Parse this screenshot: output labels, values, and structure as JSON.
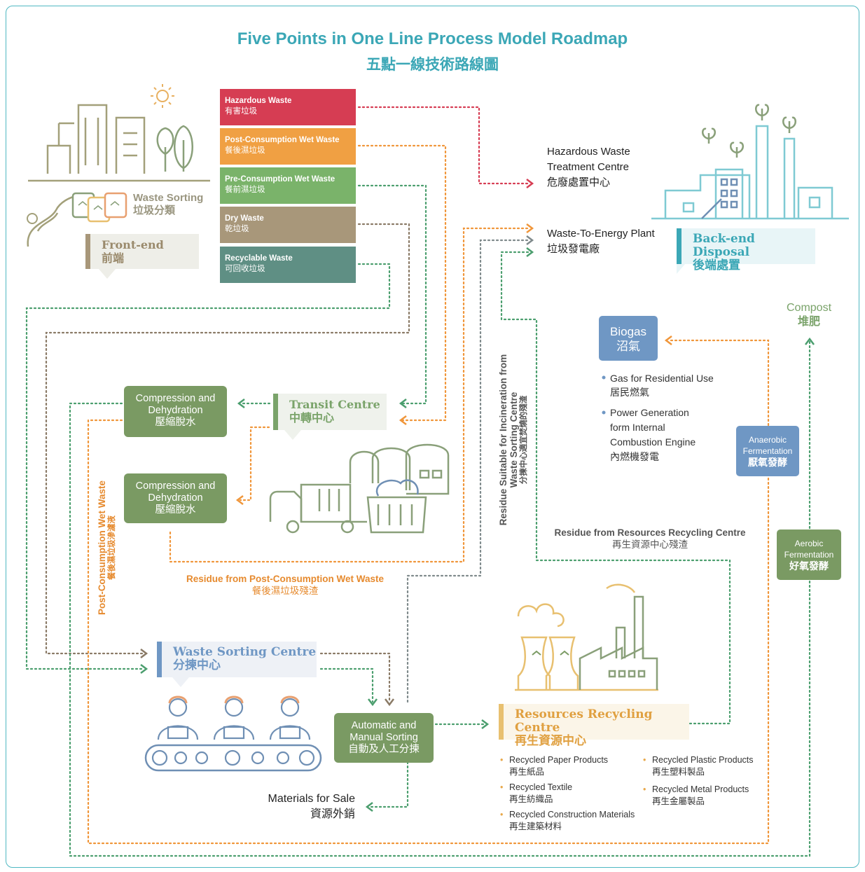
{
  "title": {
    "en": "Five Points in One Line Process Model Roadmap",
    "zh": "五點一線技術路線圖"
  },
  "colors": {
    "frame": "#4fb8c2",
    "title": "#3ba7b6",
    "hazardous": "#d63d53",
    "post_wet": "#f0a043",
    "pre_wet": "#7ab36a",
    "dry": "#a8977a",
    "recyclable": "#5f8f84",
    "green_box": "#7a9a63",
    "blue_box": "#6f97c4",
    "orange_line": "#f0963a",
    "green_line": "#4b9e6e",
    "brown_line": "#8a7a66"
  },
  "waste_types": [
    {
      "en": "Hazardous Waste",
      "zh": "有害垃圾"
    },
    {
      "en": "Post-Consumption Wet Waste",
      "zh": "餐後濕垃圾"
    },
    {
      "en": "Pre-Consumption Wet Waste",
      "zh": "餐前濕垃圾"
    },
    {
      "en": "Dry Waste",
      "zh": "乾垃圾"
    },
    {
      "en": "Recyclable Waste",
      "zh": "可回收垃圾"
    }
  ],
  "front_end": {
    "sorting_en": "Waste Sorting",
    "sorting_zh": "垃圾分類",
    "label_en": "Front-end",
    "label_zh": "前端"
  },
  "back_end": {
    "label_en": "Back-end Disposal",
    "label_zh": "後端處置"
  },
  "hazardous_centre": {
    "en1": "Hazardous Waste",
    "en2": "Treatment Centre",
    "zh": "危廢處置中心"
  },
  "wte_plant": {
    "en": "Waste-To-Energy Plant",
    "zh": "垃圾發電廠"
  },
  "compost": {
    "en": "Compost",
    "zh": "堆肥"
  },
  "biogas": {
    "en": "Biogas",
    "zh": "沼氣",
    "uses": [
      {
        "en": "Gas for Residential Use",
        "zh": "居民燃氣"
      },
      {
        "en1": "Power Generation",
        "en2": "form Internal",
        "en3": "Combustion Engine",
        "zh": "內燃機發電"
      }
    ]
  },
  "anaerobic": {
    "en1": "Anaerobic",
    "en2": "Fermentation",
    "zh": "厭氧發酵"
  },
  "aerobic": {
    "en1": "Aerobic",
    "en2": "Fermentation",
    "zh": "好氧發酵"
  },
  "compression1": {
    "en1": "Compression and",
    "en2": "Dehydration",
    "zh": "壓縮脫水"
  },
  "compression2": {
    "en1": "Compression and",
    "en2": "Dehydration",
    "zh": "壓縮脫水"
  },
  "transit_centre": {
    "en": "Transit Centre",
    "zh": "中轉中心"
  },
  "residue_incineration": {
    "en1": "Residue Suitable for Incineration from",
    "en2": "Waste Sorting Centre",
    "zh": "分揀中心適宜焚燒的殘渣"
  },
  "residue_recycling": {
    "en": "Residue from Resources Recycling Centre",
    "zh": "再生資源中心殘渣"
  },
  "residue_post": {
    "en": "Residue from Post-Consumption Wet Waste",
    "zh": "餐後濕垃圾殘渣"
  },
  "leachate": {
    "en": "Post-Consumption Wet Waste",
    "zh": "餐後濕垃圾滲濾液"
  },
  "sorting_centre": {
    "en": "Waste Sorting Centre",
    "zh": "分揀中心"
  },
  "auto_sorting": {
    "en1": "Automatic and",
    "en2": "Manual Sorting",
    "zh": "自動及人工分揀"
  },
  "recycling_centre": {
    "en": "Resources Recycling Centre",
    "zh": "再生資源中心"
  },
  "materials_sale": {
    "en": "Materials for Sale",
    "zh": "資源外銷"
  },
  "products": [
    {
      "en": "Recycled Paper Products",
      "zh": "再生紙品"
    },
    {
      "en": "Recycled Textile",
      "zh": "再生紡織品"
    },
    {
      "en": "Recycled Construction Materials",
      "zh": "再生建築材料"
    },
    {
      "en": "Recycled Plastic Products",
      "zh": "再生塑料製品"
    },
    {
      "en": "Recycled Metal Products",
      "zh": "再生金屬製品"
    }
  ]
}
